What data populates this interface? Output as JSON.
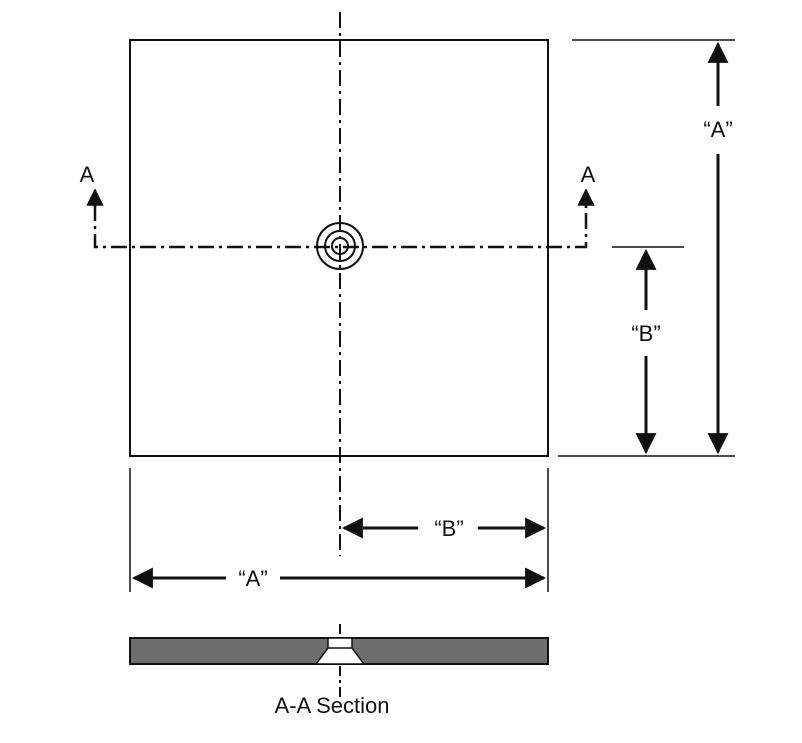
{
  "labels": {
    "dim_A_vertical": "“A”",
    "dim_B_vertical": "“B”",
    "dim_B_horizontal": "“B”",
    "dim_A_horizontal": "“A”",
    "section_marker_left": "A",
    "section_marker_right": "A",
    "section_caption": "A-A Section"
  },
  "colors": {
    "line": "#111111",
    "section_fill": "#6e6e6e"
  }
}
